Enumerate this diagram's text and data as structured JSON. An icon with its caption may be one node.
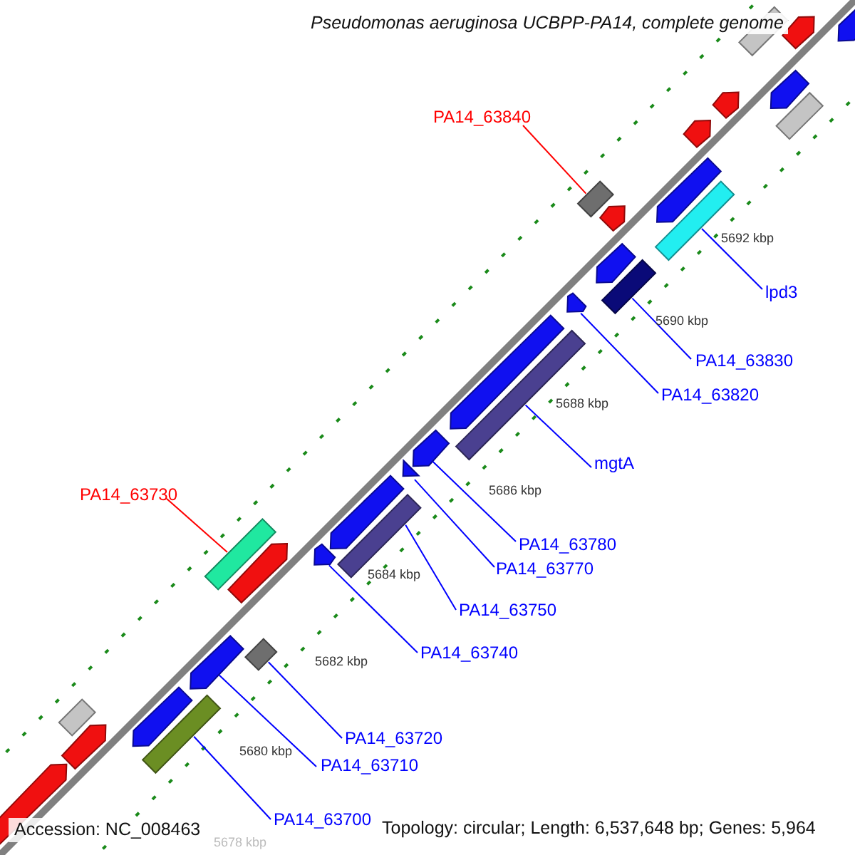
{
  "diagram": {
    "title": "Pseudomonas aeruginosa UCBPP-PA14, complete genome",
    "nodes": [
      {
        "text": [
          "PA14_63840"
        ]
      },
      {
        "text": [],
        "shape": "box"
      },
      {
        "text": [
          "lpd3"
        ]
      },
      {
        "text": [],
        "shape": "bar"
      },
      {
        "text": [
          "PA14_63830"
        ]
      },
      {
        "text": [],
        "shape": "bar"
      },
      {
        "text": [
          "PA14_63820"
        ]
      },
      {
        "text": [],
        "shape": "arrow"
      },
      {
        "text": [
          "mgtA"
        ]
      },
      {
        "text": [],
        "shape": "bar"
      },
      {
        "text": [
          "PA14_63730"
        ]
      },
      {
        "text": [],
        "shape": "bar"
      },
      {
        "text": [
          "PA14_63780"
        ]
      },
      {
        "text": [],
        "shape": "arrow"
      },
      {
        "text": [
          "PA14_63770"
        ]
      },
      {
        "text": [],
        "shape": "arrow"
      },
      {
        "text": [
          "PA14_63750"
        ]
      },
      {
        "text": [],
        "shape": "bar"
      },
      {
        "text": [
          "PA14_63740"
        ]
      },
      {
        "text": [],
        "shape": "arrow"
      },
      {
        "text": [
          "PA14_63720"
        ]
      },
      {
        "text": [],
        "shape": "box"
      },
      {
        "text": [
          "PA14_63710"
        ]
      },
      {
        "text": [],
        "shape": "arrow"
      },
      {
        "text": [
          "PA14_63700"
        ]
      },
      {
        "text": [],
        "shape": "bar"
      }
    ],
    "edges": [
      {
        "from": 0,
        "to": 1,
        "arrow": "none",
        "color": "#ff0000"
      },
      {
        "from": 2,
        "to": 3,
        "arrow": "none"
      },
      {
        "from": 4,
        "to": 5,
        "arrow": "none"
      },
      {
        "from": 6,
        "to": 7,
        "arrow": "none"
      },
      {
        "from": 8,
        "to": 9,
        "arrow": "none"
      },
      {
        "from": 10,
        "to": 11,
        "arrow": "none",
        "color": "#ff0000"
      },
      {
        "from": 12,
        "to": 13,
        "arrow": "none"
      },
      {
        "from": 14,
        "to": 15,
        "arrow": "none"
      },
      {
        "from": 16,
        "to": 17,
        "arrow": "none"
      },
      {
        "from": 18,
        "to": 19,
        "arrow": "none"
      },
      {
        "from": 20,
        "to": 21,
        "arrow": "none"
      },
      {
        "from": 22,
        "to": 23,
        "arrow": "none"
      },
      {
        "from": 24,
        "to": 25,
        "arrow": "none"
      }
    ],
    "labels": [
      "5692 kbp",
      "5690 kbp",
      "5688 kbp",
      "5686 kbp",
      "5684 kbp",
      "5682 kbp",
      "5680 kbp",
      "Accession: NC_008463",
      "Topology: circular; Length: 6,537,648 bp; Genes: 5,964",
      "5678 kbp"
    ]
  }
}
